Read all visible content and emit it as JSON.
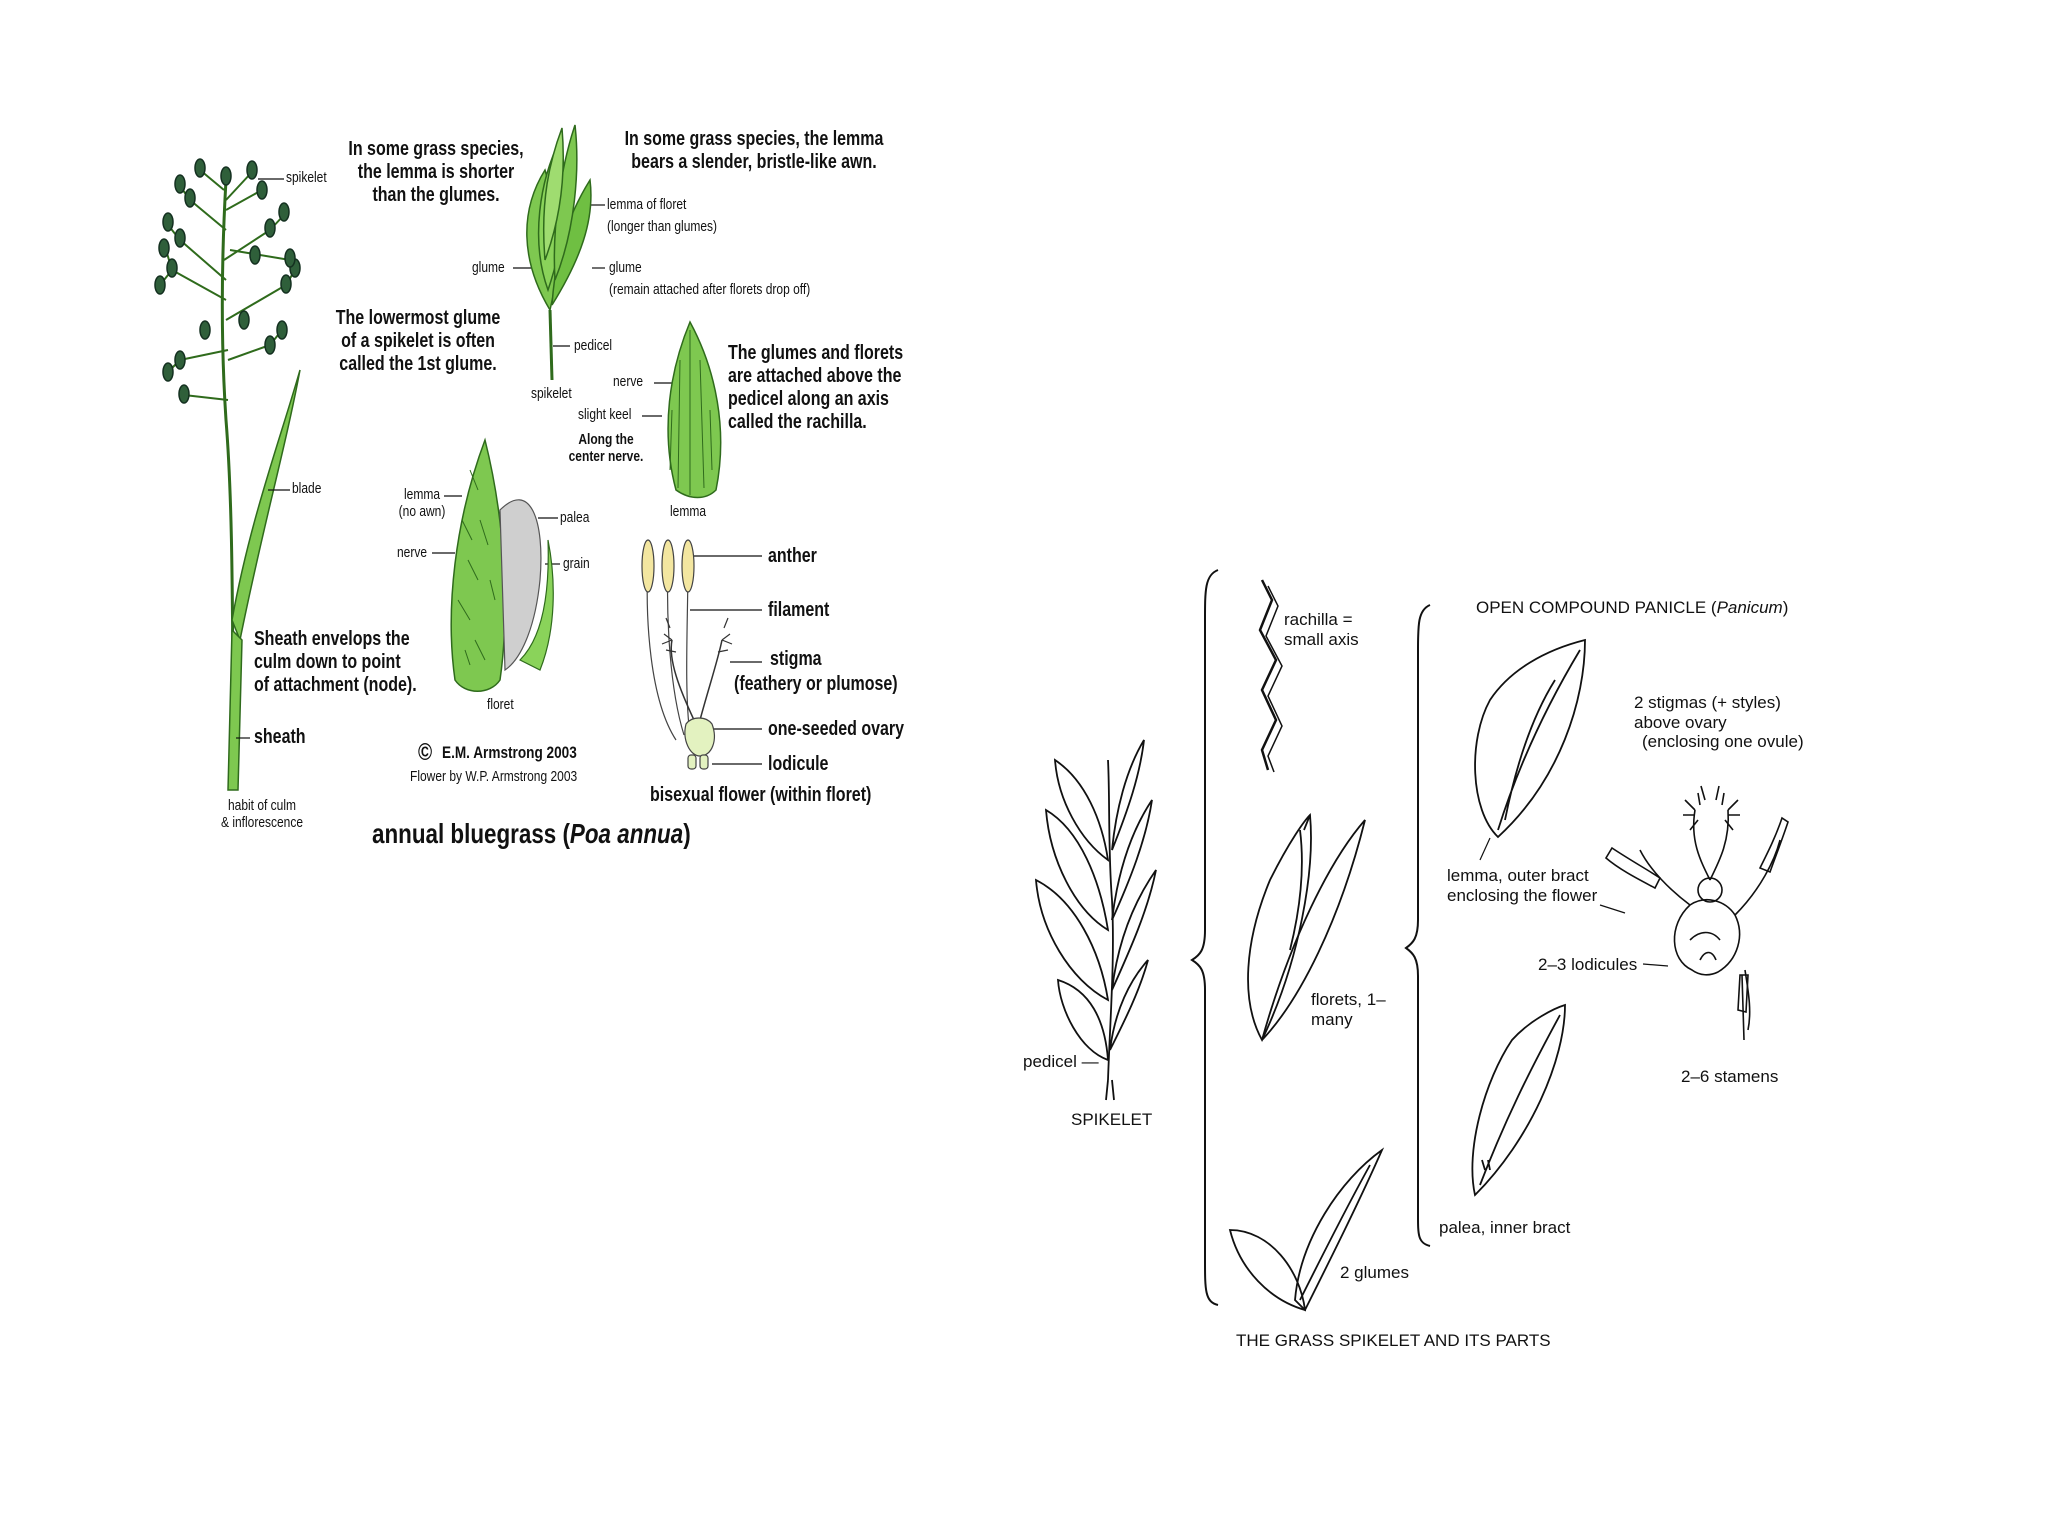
{
  "colors": {
    "leaf": "#7ec850",
    "leaf_dark": "#2f6b1c",
    "anther": "#f3e6a0",
    "grain": "#cfcfcf",
    "line": "#111111"
  },
  "left_diagram": {
    "label_spikelet_top": "spikelet",
    "label_blade": "blade",
    "label_sheath": "sheath",
    "label_habit_1": "habit of culm",
    "label_habit_2": "& inflorescence",
    "note_lemma_shorter": [
      "In some grass species,",
      "the lemma is shorter",
      "than the glumes."
    ],
    "note_awn": [
      "In some grass species, the lemma",
      "bears a slender, bristle-like awn."
    ],
    "label_lemma_of_floret": "lemma of floret",
    "label_longer_than_glumes": "(longer than glumes)",
    "label_glume_left": "glume",
    "label_glume_right": "glume",
    "label_glume_remain": "(remain attached after florets drop off)",
    "label_pedicel": "pedicel",
    "label_spikelet_mid": "spikelet",
    "note_lowermost": [
      "The lowermost glume",
      "of a spikelet is often",
      "called the 1st glume."
    ],
    "label_nerve_top": "nerve",
    "label_slight_keel": "slight keel",
    "note_center_nerve": [
      "Along the",
      "center nerve."
    ],
    "label_lemma_bottom": "lemma",
    "note_rachilla": [
      "The glumes and florets",
      "are attached above the",
      "pedicel along an axis",
      "called the rachilla."
    ],
    "label_lemma_noawn_1": "lemma",
    "label_lemma_noawn_2": "(no awn)",
    "label_nerve_floret": "nerve",
    "label_palea": "palea",
    "label_grain": "grain",
    "label_floret": "floret",
    "note_sheath": [
      "Sheath envelops the",
      "culm down to point",
      "of attachment (node)."
    ],
    "label_anther": "anther",
    "label_filament": "filament",
    "label_stigma": "stigma",
    "label_stigma_2": "(feathery or plumose)",
    "label_ovary": "one-seeded ovary",
    "label_lodicule": "lodicule",
    "label_bisexual": "bisexual flower (within floret)",
    "copyright_symbol": "©",
    "copyright": "E.M. Armstrong 2003",
    "credit": "Flower by W.P. Armstrong 2003",
    "caption_prefix": "annual bluegrass (",
    "caption_italic": "Poa annua",
    "caption_suffix": ")"
  },
  "right_diagram": {
    "label_rachilla": [
      "rachilla =",
      "small axis"
    ],
    "label_open_panicle": "OPEN COMPOUND PANICLE (",
    "label_panicum": "Panicum",
    "label_close_paren": ")",
    "label_stigmas": [
      "2 stigmas (+ styles)",
      "above ovary",
      "(enclosing one ovule)"
    ],
    "label_lemma_outer": [
      "lemma, outer bract",
      "enclosing the flower"
    ],
    "label_lodicules": "2–3 lodicules",
    "label_florets": [
      "florets, 1–",
      "many"
    ],
    "label_pedicel": "pedicel —",
    "label_spikelet": "SPIKELET",
    "label_stamens": "2–6 stamens",
    "label_palea": "palea, inner bract",
    "label_glumes": "2 glumes",
    "caption": "THE GRASS SPIKELET AND ITS PARTS"
  }
}
